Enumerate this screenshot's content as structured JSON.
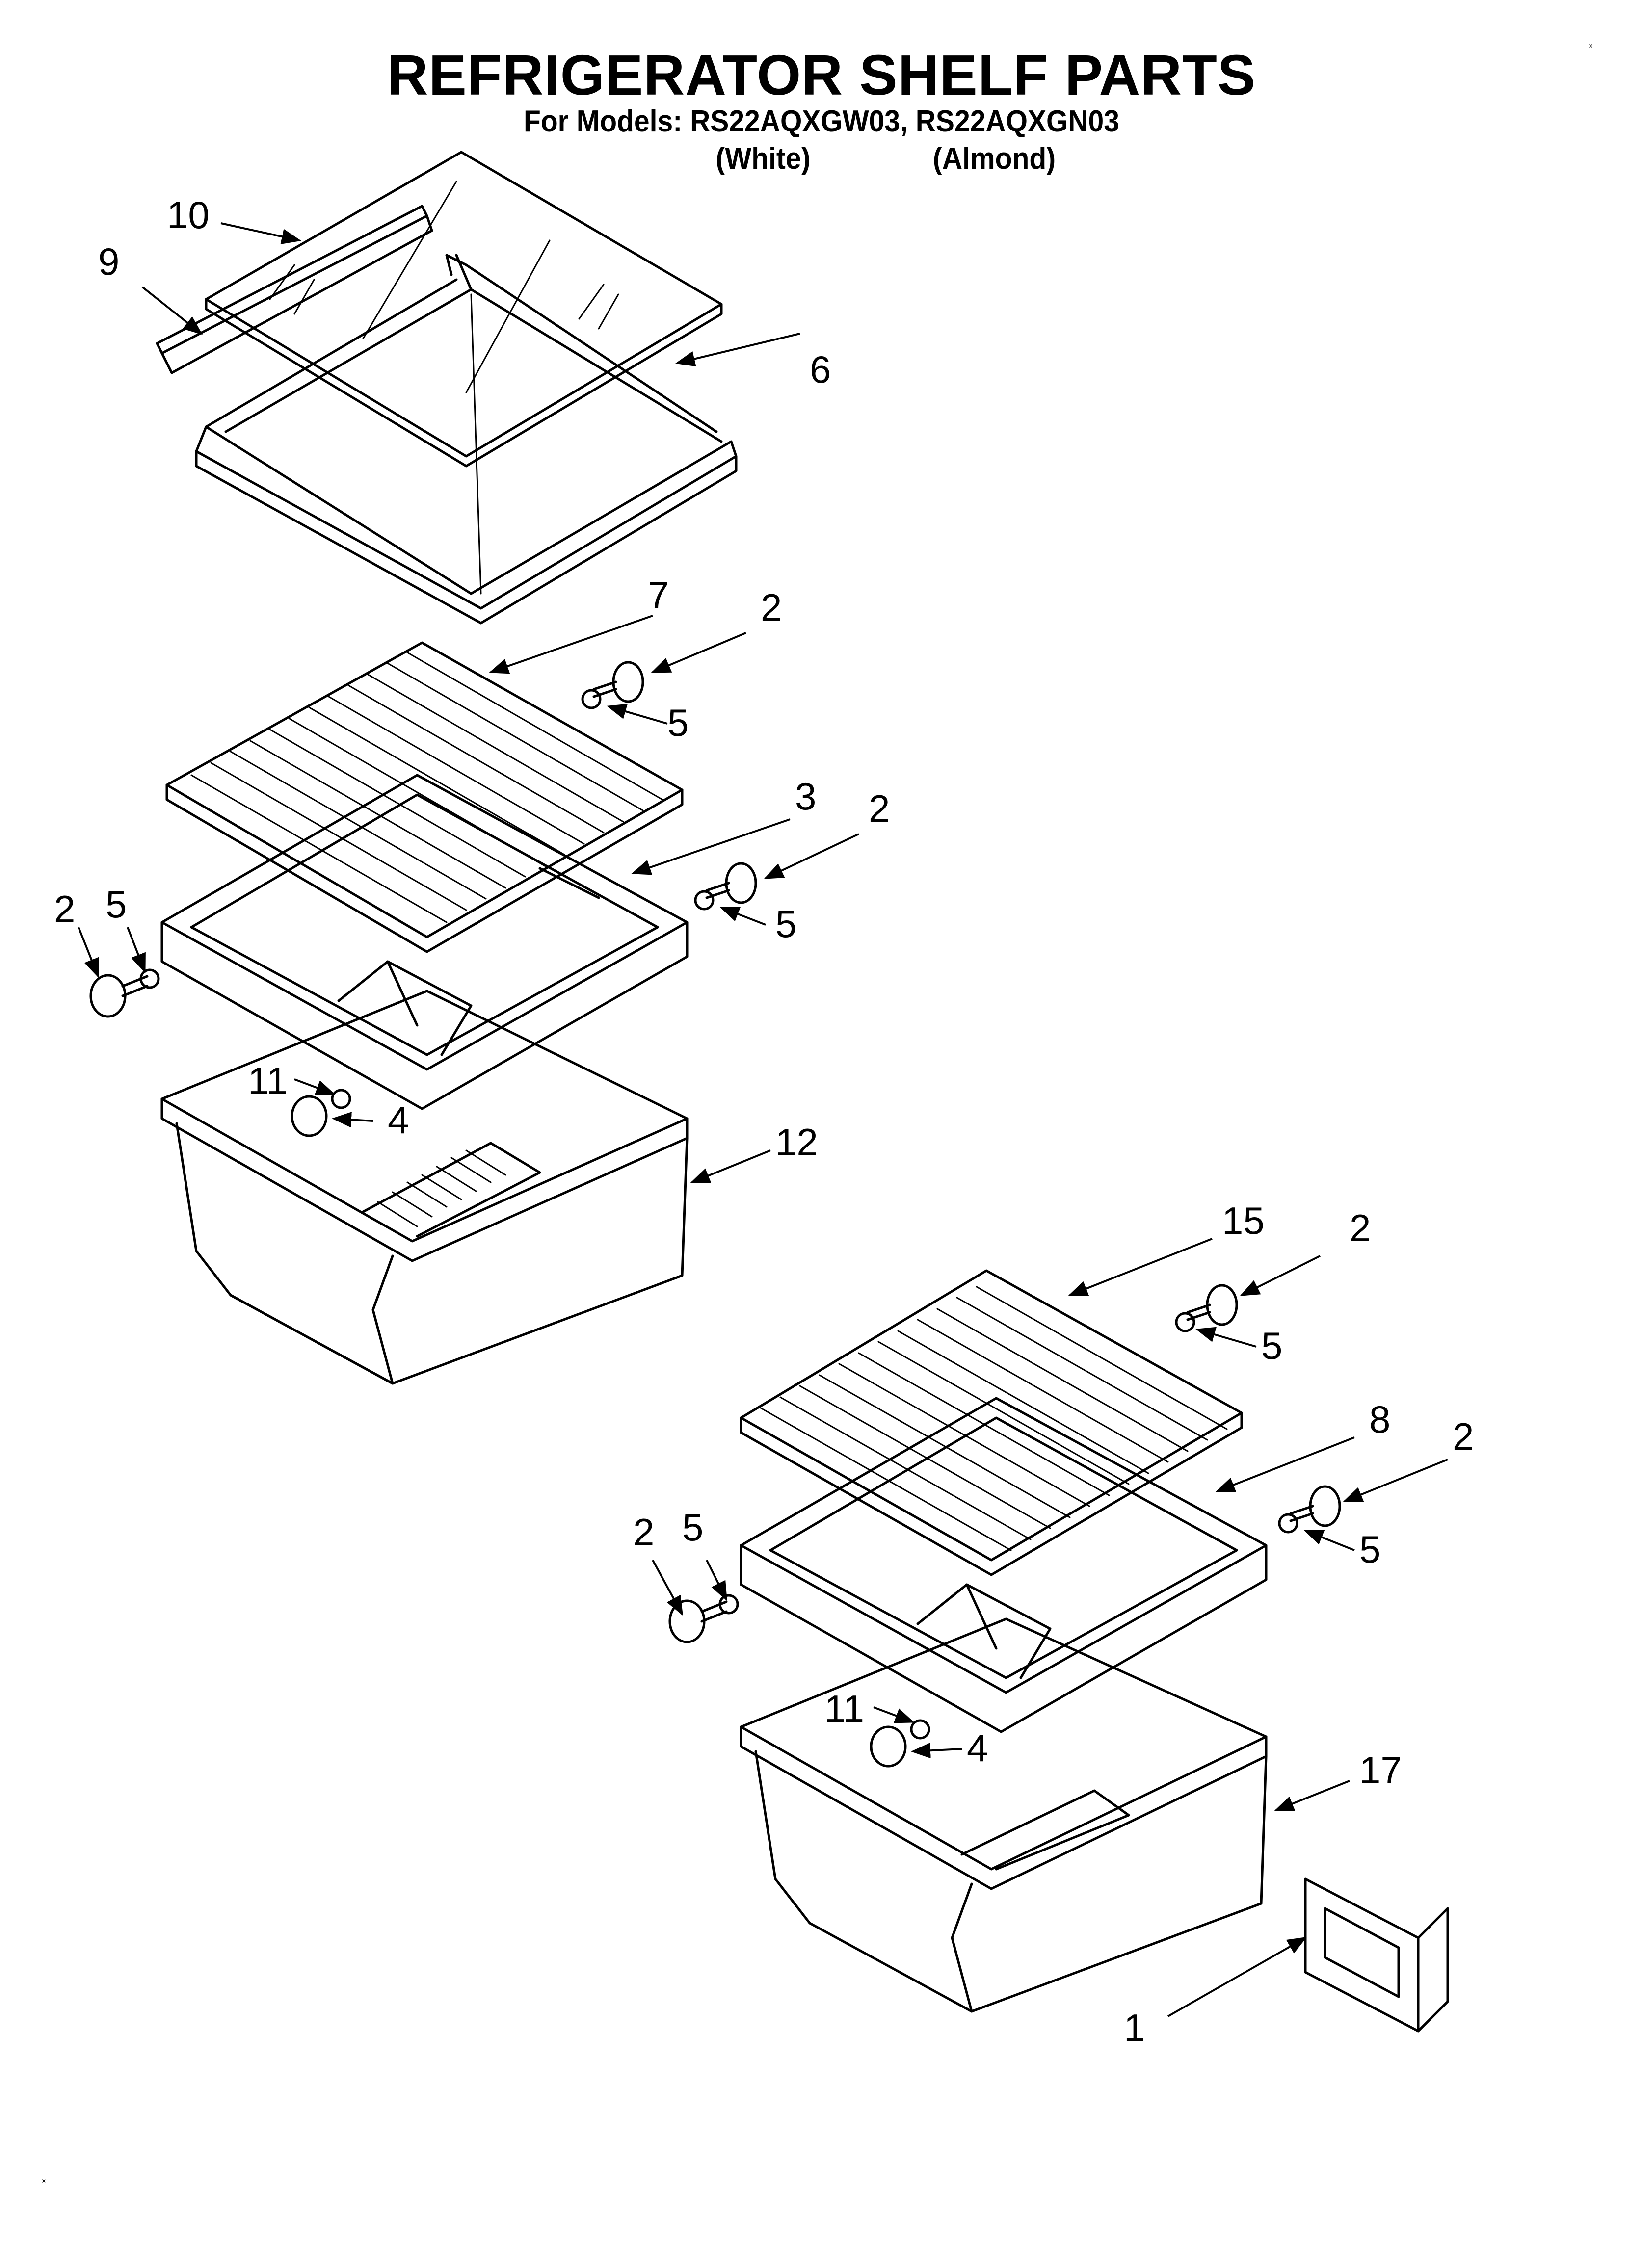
{
  "header": {
    "title": "REFRIGERATOR SHELF PARTS",
    "subtitle": "For Models: RS22AQXGW03, RS22AQXGN03",
    "variant_white": "(White)",
    "variant_almond": "(Almond)"
  },
  "callouts": {
    "c10": "10",
    "c9": "9",
    "c6": "6",
    "c7": "7",
    "c2a": "2",
    "c5a": "5",
    "c3": "3",
    "c2b": "2",
    "c5b": "5",
    "c2c": "2",
    "c5c": "5",
    "c11a": "11",
    "c4a": "4",
    "c12": "12",
    "c15": "15",
    "c2d": "2",
    "c5d": "5",
    "c8": "8",
    "c2e": "2",
    "c5e": "5",
    "c2f": "2",
    "c5f": "5",
    "c11b": "11",
    "c4b": "4",
    "c17": "17",
    "c1": "1"
  },
  "marks": {
    "top_right": "˟",
    "bottom_left": "˟"
  }
}
